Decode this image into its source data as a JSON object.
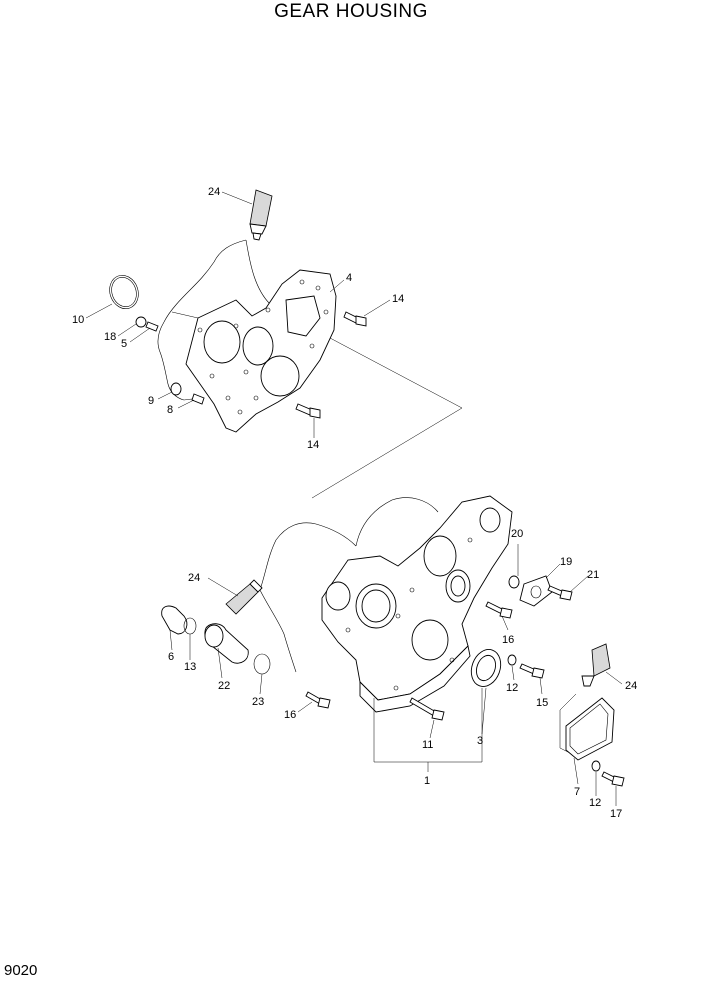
{
  "title": "GEAR HOUSING",
  "page_code": "9020",
  "callouts": {
    "c24a": "24",
    "c4": "4",
    "c14a": "14",
    "c10": "10",
    "c18": "18",
    "c5": "5",
    "c9": "9",
    "c8": "8",
    "c14b": "14",
    "c20": "20",
    "c19": "19",
    "c21": "21",
    "c24b": "24",
    "c16a": "16",
    "c6": "6",
    "c13": "13",
    "c22": "22",
    "c23": "23",
    "c12a": "12",
    "c15": "15",
    "c24c": "24",
    "c16b": "16",
    "c11": "11",
    "c3": "3",
    "c1": "1",
    "c7": "7",
    "c12b": "12",
    "c17": "17"
  }
}
